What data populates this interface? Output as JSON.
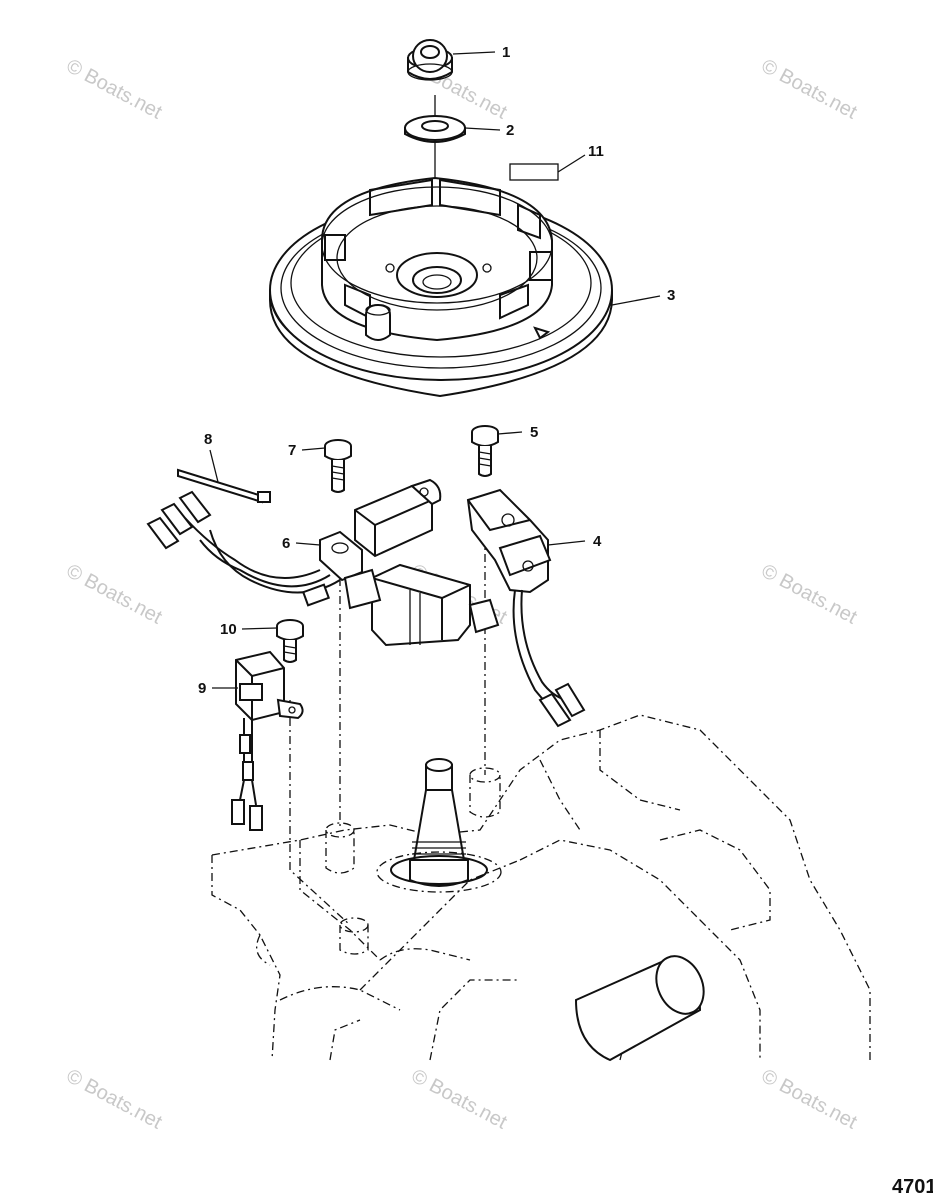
{
  "figure": {
    "number": "4701",
    "watermark": "© Boats.net"
  },
  "callouts": [
    {
      "id": "1",
      "label": "1"
    },
    {
      "id": "2",
      "label": "2"
    },
    {
      "id": "3",
      "label": "3"
    },
    {
      "id": "4",
      "label": "4"
    },
    {
      "id": "5",
      "label": "5"
    },
    {
      "id": "6",
      "label": "6"
    },
    {
      "id": "7",
      "label": "7"
    },
    {
      "id": "8",
      "label": "8"
    },
    {
      "id": "9",
      "label": "9"
    },
    {
      "id": "10",
      "label": "10"
    },
    {
      "id": "11",
      "label": "11"
    }
  ]
}
